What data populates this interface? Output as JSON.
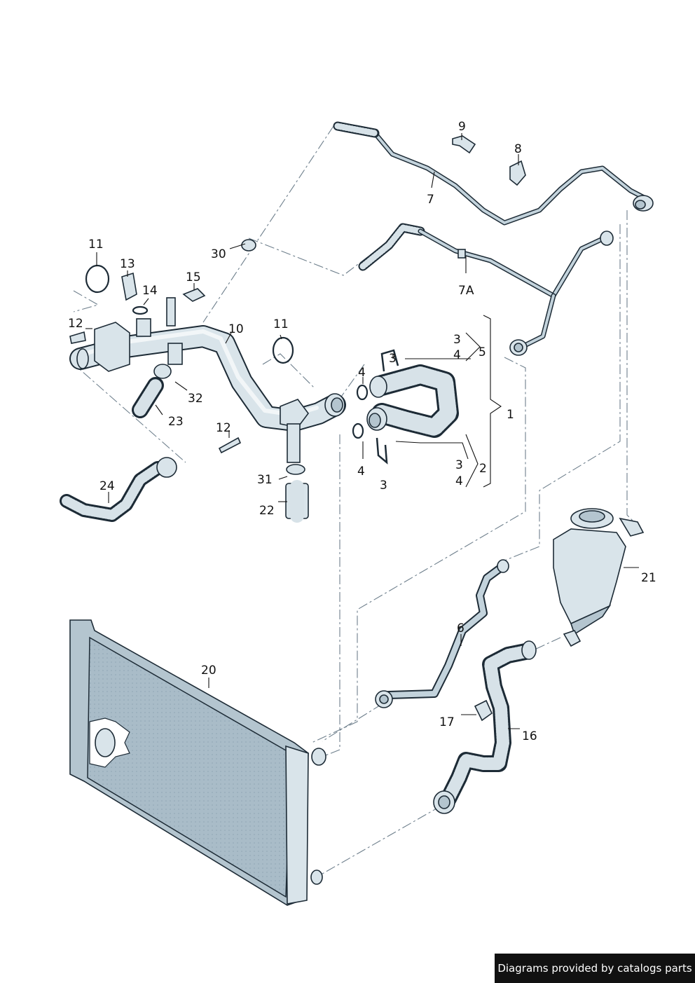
{
  "diagram": {
    "callouts": [
      "11",
      "13",
      "14",
      "15",
      "12",
      "10",
      "30",
      "11",
      "3",
      "3",
      "4",
      "4",
      "5",
      "1",
      "12",
      "31",
      "22",
      "23",
      "32",
      "24",
      "4",
      "3",
      "3",
      "4",
      "2",
      "7",
      "9",
      "8",
      "7A",
      "21",
      "6",
      "20",
      "17",
      "16"
    ]
  },
  "credit": "Diagrams provided by catalogs parts",
  "colors": {
    "part_fill": "#d9e4ea",
    "outline": "#1d2b36",
    "dash": "#6e7f8c",
    "credit_bg": "#111111"
  }
}
